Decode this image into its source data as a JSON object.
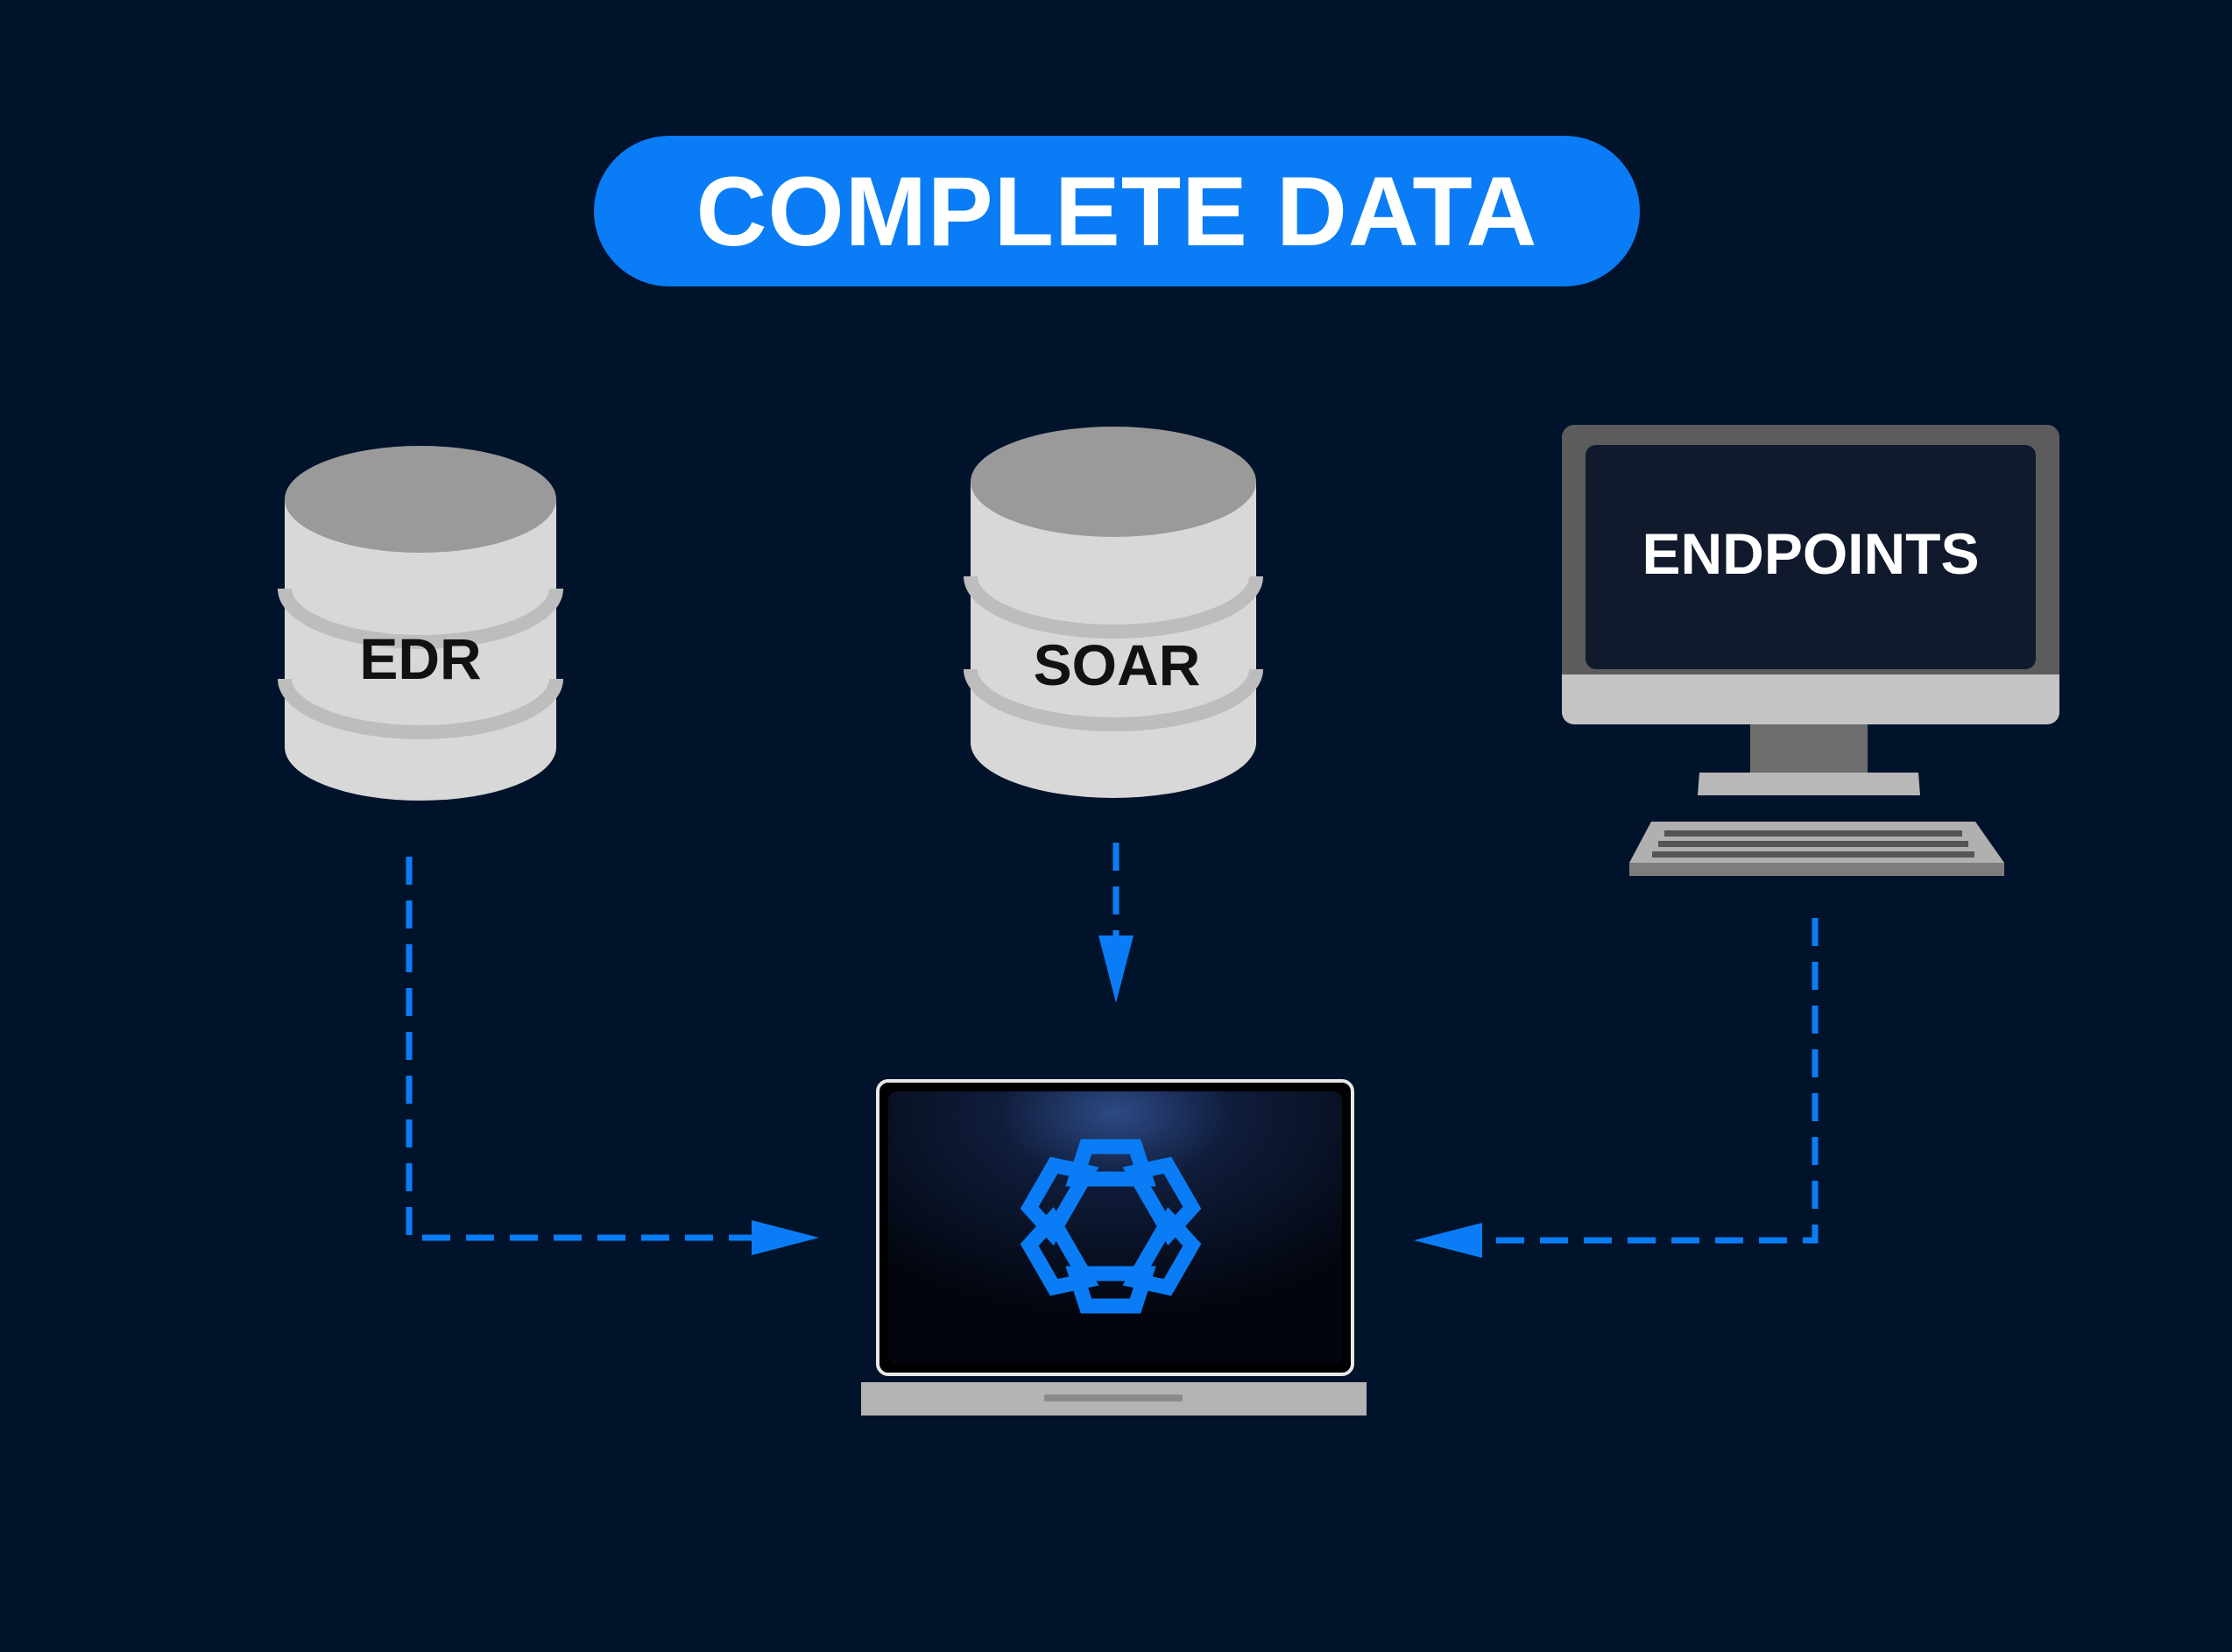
{
  "title": "COMPLETE DATA",
  "nodes": {
    "edr": {
      "label": "EDR",
      "icon": "database-icon"
    },
    "soar": {
      "label": "SOAR",
      "icon": "database-icon"
    },
    "endpoints": {
      "label": "ENDPOINTS",
      "icon": "desktop-computer-icon"
    },
    "center": {
      "icon": "laptop-icon",
      "logo": "star-of-life-logo-icon"
    }
  },
  "colors": {
    "background": "#01132b",
    "accent": "#0a7df6",
    "connector": "#0a7df6",
    "database": "#d9d9d9",
    "database_top": "#9a9a9a"
  }
}
